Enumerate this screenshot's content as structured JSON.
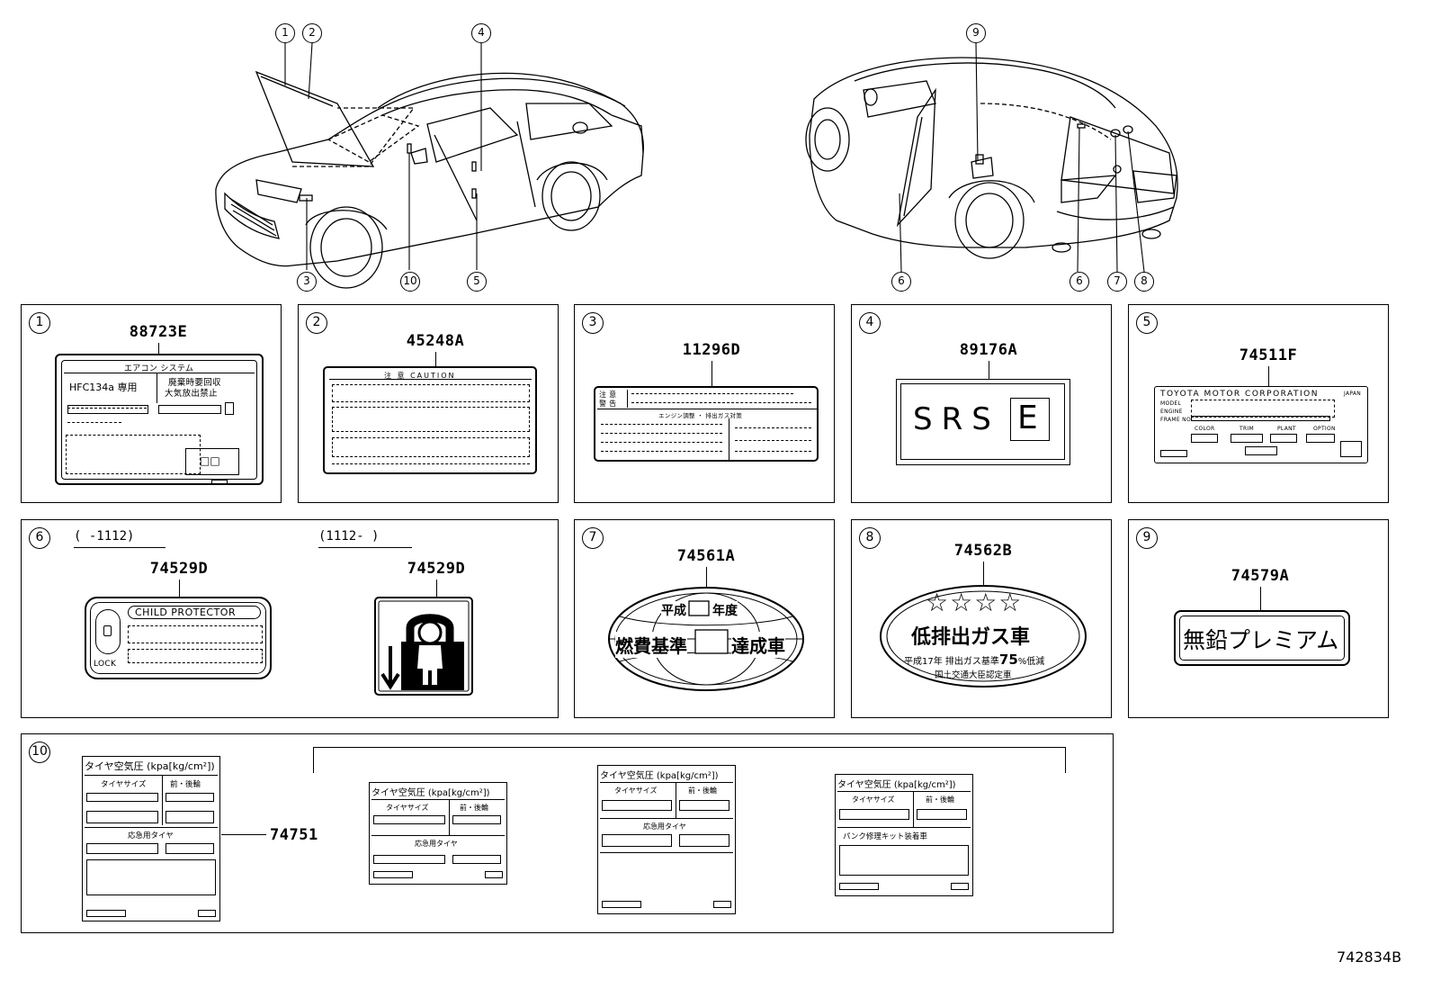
{
  "diagram_id": "742834B",
  "callouts": [
    "1",
    "2",
    "3",
    "4",
    "5",
    "6",
    "7",
    "8",
    "9",
    "10"
  ],
  "panels": {
    "p1": {
      "num": "1",
      "part": "88723E",
      "header": "エアコン システム",
      "left_text": "HFC134a 専用",
      "right_line1": "廃棄時要回収",
      "right_line2": "大気放出禁止",
      "mark": "□□"
    },
    "p2": {
      "num": "2",
      "part": "45248A",
      "header": "注 意  CAUTION"
    },
    "p3": {
      "num": "3",
      "part": "11296D",
      "row1": "注 意",
      "row2": "警 告",
      "sub": "エンジン調整 ・ 排出ガス対策"
    },
    "p4": {
      "num": "4",
      "part": "89176A",
      "srs": "SRS",
      "letter": "E"
    },
    "p5": {
      "num": "5",
      "part": "74511F",
      "maker": "TOYOTA MOTOR CORPORATION",
      "country": "JAPAN",
      "model": "MODEL",
      "engine": "ENGINE",
      "frame": "FRAME NO.",
      "color": "COLOR",
      "trim": "TRIM",
      "plant": "PLANT",
      "option": "OPTION"
    },
    "p6": {
      "num": "6",
      "range1": "(      -1112)",
      "range2": "(1112-       )",
      "part1": "74529D",
      "part2": "74529D",
      "child": "CHILD PROTECTOR",
      "lock": "LOCK"
    },
    "p7": {
      "num": "7",
      "part": "74561A",
      "line1a": "平成",
      "line1b": "年度",
      "line2a": "燃費基準",
      "line2b": "達成車"
    },
    "p8": {
      "num": "8",
      "part": "74562B",
      "stars": "☆☆☆☆",
      "main": "低排出ガス車",
      "sub1": "平成17年 排出ガス基準",
      "pct": "75",
      "sub2": "%低減",
      "sub3": "国土交通大臣認定車"
    },
    "p9": {
      "num": "9",
      "part": "74579A",
      "text": "無鉛プレミアム"
    },
    "p10": {
      "num": "10",
      "part": "74751",
      "title": "タイヤ空気圧 (kpa[kg/cm²])",
      "size": "タイヤサイズ",
      "fr": "前・後輪",
      "spare": "応急用タイヤ",
      "kit": "パンク修理キット装着車"
    }
  }
}
